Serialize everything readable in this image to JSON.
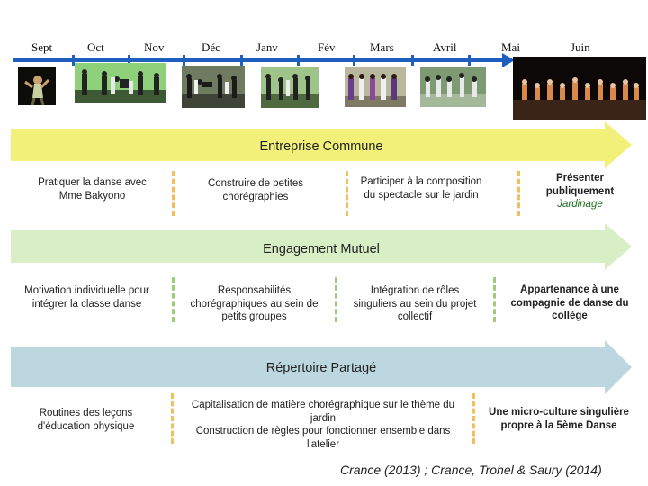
{
  "months": [
    "Sept",
    "Oct",
    "Nov",
    "Déc",
    "Janv",
    "Fév",
    "Mars",
    "Avril",
    "Mai",
    "Juin"
  ],
  "colors": {
    "timeline": "#1f5fbf",
    "band1": "#f3f07a",
    "band2": "#d8efc6",
    "band3": "#bcd7e0",
    "dash1": "#f0c060",
    "dash2": "#9ccc7c",
    "dash3": "#f0c060"
  },
  "bands": [
    {
      "title": "Entreprise Commune",
      "cells": [
        "Pratiquer la danse avec Mme Bakyono",
        "Construire de petites chorégraphies",
        "Participer à la composition du spectacle sur le jardin",
        "Présenter publiquement"
      ],
      "cell4_extra": "Jardinage"
    },
    {
      "title": "Engagement Mutuel",
      "cells": [
        "Motivation individuelle pour intégrer la classe danse",
        "Responsabilités chorégraphiques au sein de petits groupes",
        "Intégration de rôles singuliers au sein du projet collectif",
        "Appartenance à une compagnie de danse du collège"
      ]
    },
    {
      "title": "Répertoire Partagé",
      "cells": [
        "Routines des leçons d'éducation physique",
        "Capitalisation de matière chorégraphique sur le thème du jardin",
        "Construction de règles pour fonctionner ensemble dans l'atelier",
        "Une micro-culture singulière propre à la 5ème Danse"
      ]
    }
  ],
  "citation": "Crance (2013) ; Crance, Trohel & Saury (2014)"
}
